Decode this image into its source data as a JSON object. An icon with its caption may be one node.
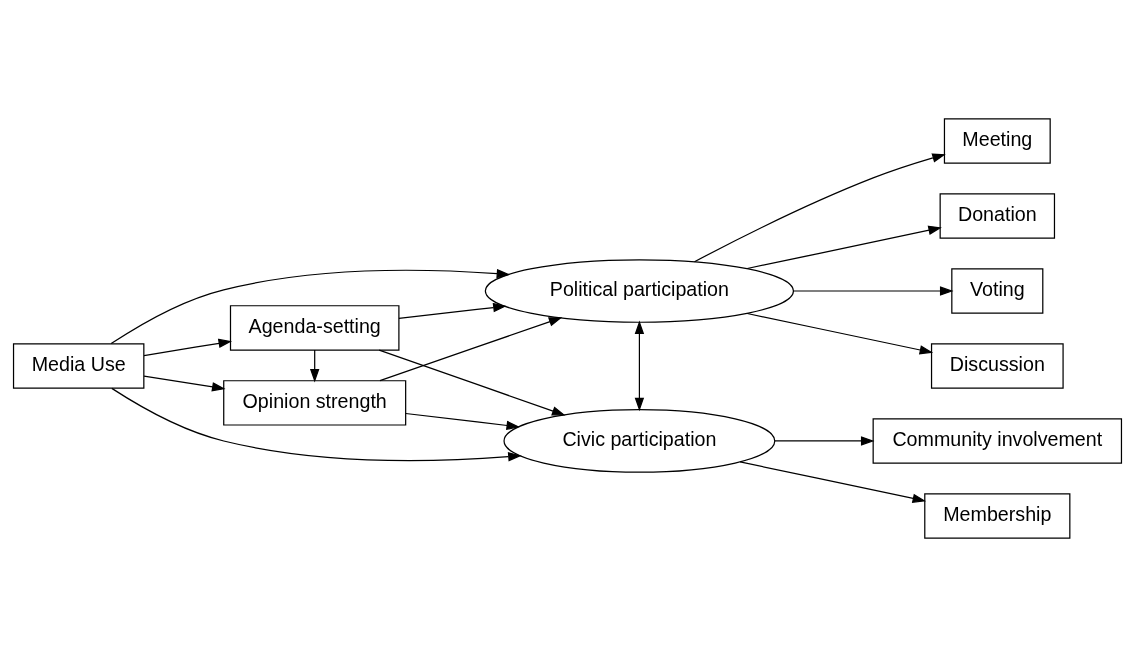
{
  "diagram": {
    "nodes": [
      {
        "text": [
          "Media Use"
        ]
      },
      {
        "text": [
          "Agenda-setting"
        ]
      },
      {
        "text": [
          "Opinion strength"
        ]
      },
      {
        "text": [
          "Political participation"
        ]
      },
      {
        "text": [
          "Civic participation"
        ]
      },
      {
        "text": [
          "Voting"
        ]
      },
      {
        "text": [
          "Discussion"
        ]
      },
      {
        "text": [
          "Meeting"
        ]
      },
      {
        "text": [
          "Donation"
        ]
      },
      {
        "text": [
          "Community involvement"
        ]
      },
      {
        "text": [
          "Membership"
        ]
      }
    ],
    "edges": [
      {
        "from": 0,
        "to": 3,
        "arrow": "to"
      },
      {
        "from": 0,
        "to": 1,
        "arrow": "to"
      },
      {
        "from": 0,
        "to": 2,
        "arrow": "to"
      },
      {
        "from": 1,
        "to": 2,
        "arrow": "to"
      },
      {
        "from": 1,
        "to": 3,
        "arrow": "to"
      },
      {
        "from": 1,
        "to": 4,
        "arrow": "to"
      },
      {
        "from": 2,
        "to": 3,
        "arrow": "to"
      },
      {
        "from": 2,
        "to": 4,
        "arrow": "to"
      },
      {
        "from": 3,
        "to": 4,
        "arrow": "both"
      },
      {
        "from": 3,
        "to": 5,
        "arrow": "to"
      },
      {
        "from": 3,
        "to": 6,
        "arrow": "to"
      },
      {
        "from": 3,
        "to": 7,
        "arrow": "to"
      },
      {
        "from": 3,
        "to": 8,
        "arrow": "to"
      },
      {
        "from": 4,
        "to": 9,
        "arrow": "to"
      },
      {
        "from": 4,
        "to": 10,
        "arrow": "to"
      },
      {
        "from": 0,
        "to": 4,
        "arrow": "to"
      }
    ]
  }
}
